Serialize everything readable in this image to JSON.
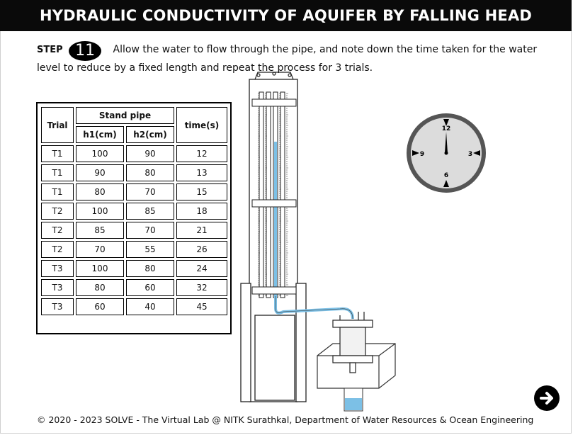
{
  "title": "HYDRAULIC CONDUCTIVITY OF AQUIFER BY FALLING HEAD",
  "step": {
    "label": "STEP",
    "number": "11",
    "instruction": "Allow the water to flow through the pipe, and note down the time taken for the water level to reduce by a fixed length and repeat the process for 3 trials."
  },
  "table": {
    "headers": {
      "trial": "Trial",
      "stand_pipe": "Stand pipe",
      "h1": "h1(cm)",
      "h2": "h2(cm)",
      "time": "time(s)"
    },
    "rows": [
      {
        "trial": "T1",
        "h1": "100",
        "h2": "90",
        "time": "12"
      },
      {
        "trial": "T1",
        "h1": "90",
        "h2": "80",
        "time": "13"
      },
      {
        "trial": "T1",
        "h1": "80",
        "h2": "70",
        "time": "15"
      },
      {
        "trial": "T2",
        "h1": "100",
        "h2": "85",
        "time": "18"
      },
      {
        "trial": "T2",
        "h1": "85",
        "h2": "70",
        "time": "21"
      },
      {
        "trial": "T2",
        "h1": "70",
        "h2": "55",
        "time": "26"
      },
      {
        "trial": "T3",
        "h1": "100",
        "h2": "80",
        "time": "24"
      },
      {
        "trial": "T3",
        "h1": "80",
        "h2": "60",
        "time": "32"
      },
      {
        "trial": "T3",
        "h1": "60",
        "h2": "40",
        "time": "45"
      }
    ]
  },
  "clock": {
    "numbers": {
      "n12": "12",
      "n3": "3",
      "n6": "6",
      "n9": "9"
    },
    "hand_position": "12"
  },
  "next_icon": "arrow-right-icon",
  "colors": {
    "title_bg": "#0a0a0a",
    "water": "#7cc0e6",
    "clock_rim": "#555555",
    "clock_face": "#dcdcdc"
  },
  "footer": "© 2020 - 2023 SOLVE - The Virtual Lab @ NITK Surathkal, Department of Water Resources & Ocean Engineering"
}
